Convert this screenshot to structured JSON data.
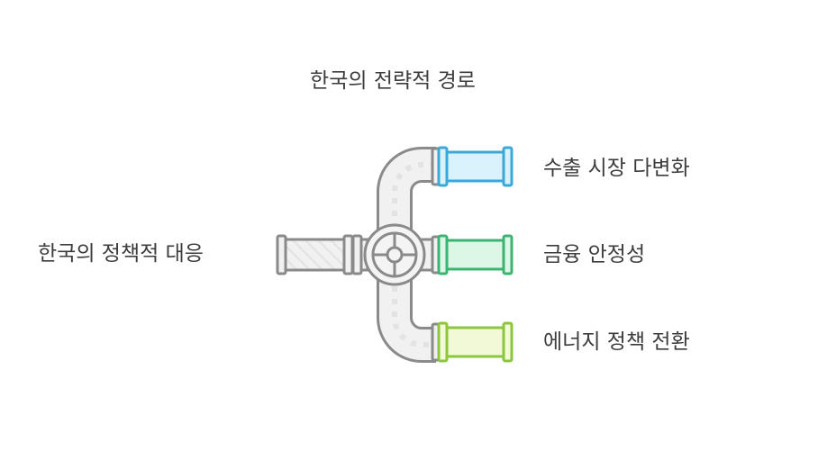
{
  "title": "한국의 전략적 경로",
  "source": {
    "label": "한국의 정책적 대응"
  },
  "outputs": [
    {
      "label": "수출 시장 다변화",
      "color": "#3aa9d9",
      "fill": "#d9f2fb"
    },
    {
      "label": "금융 안정성",
      "color": "#3cb371",
      "fill": "#dcf7e6"
    },
    {
      "label": "에너지 정책 전환",
      "color": "#8cc63f",
      "fill": "#f1f9d6"
    }
  ],
  "pipe_color": "#8a8a8a"
}
